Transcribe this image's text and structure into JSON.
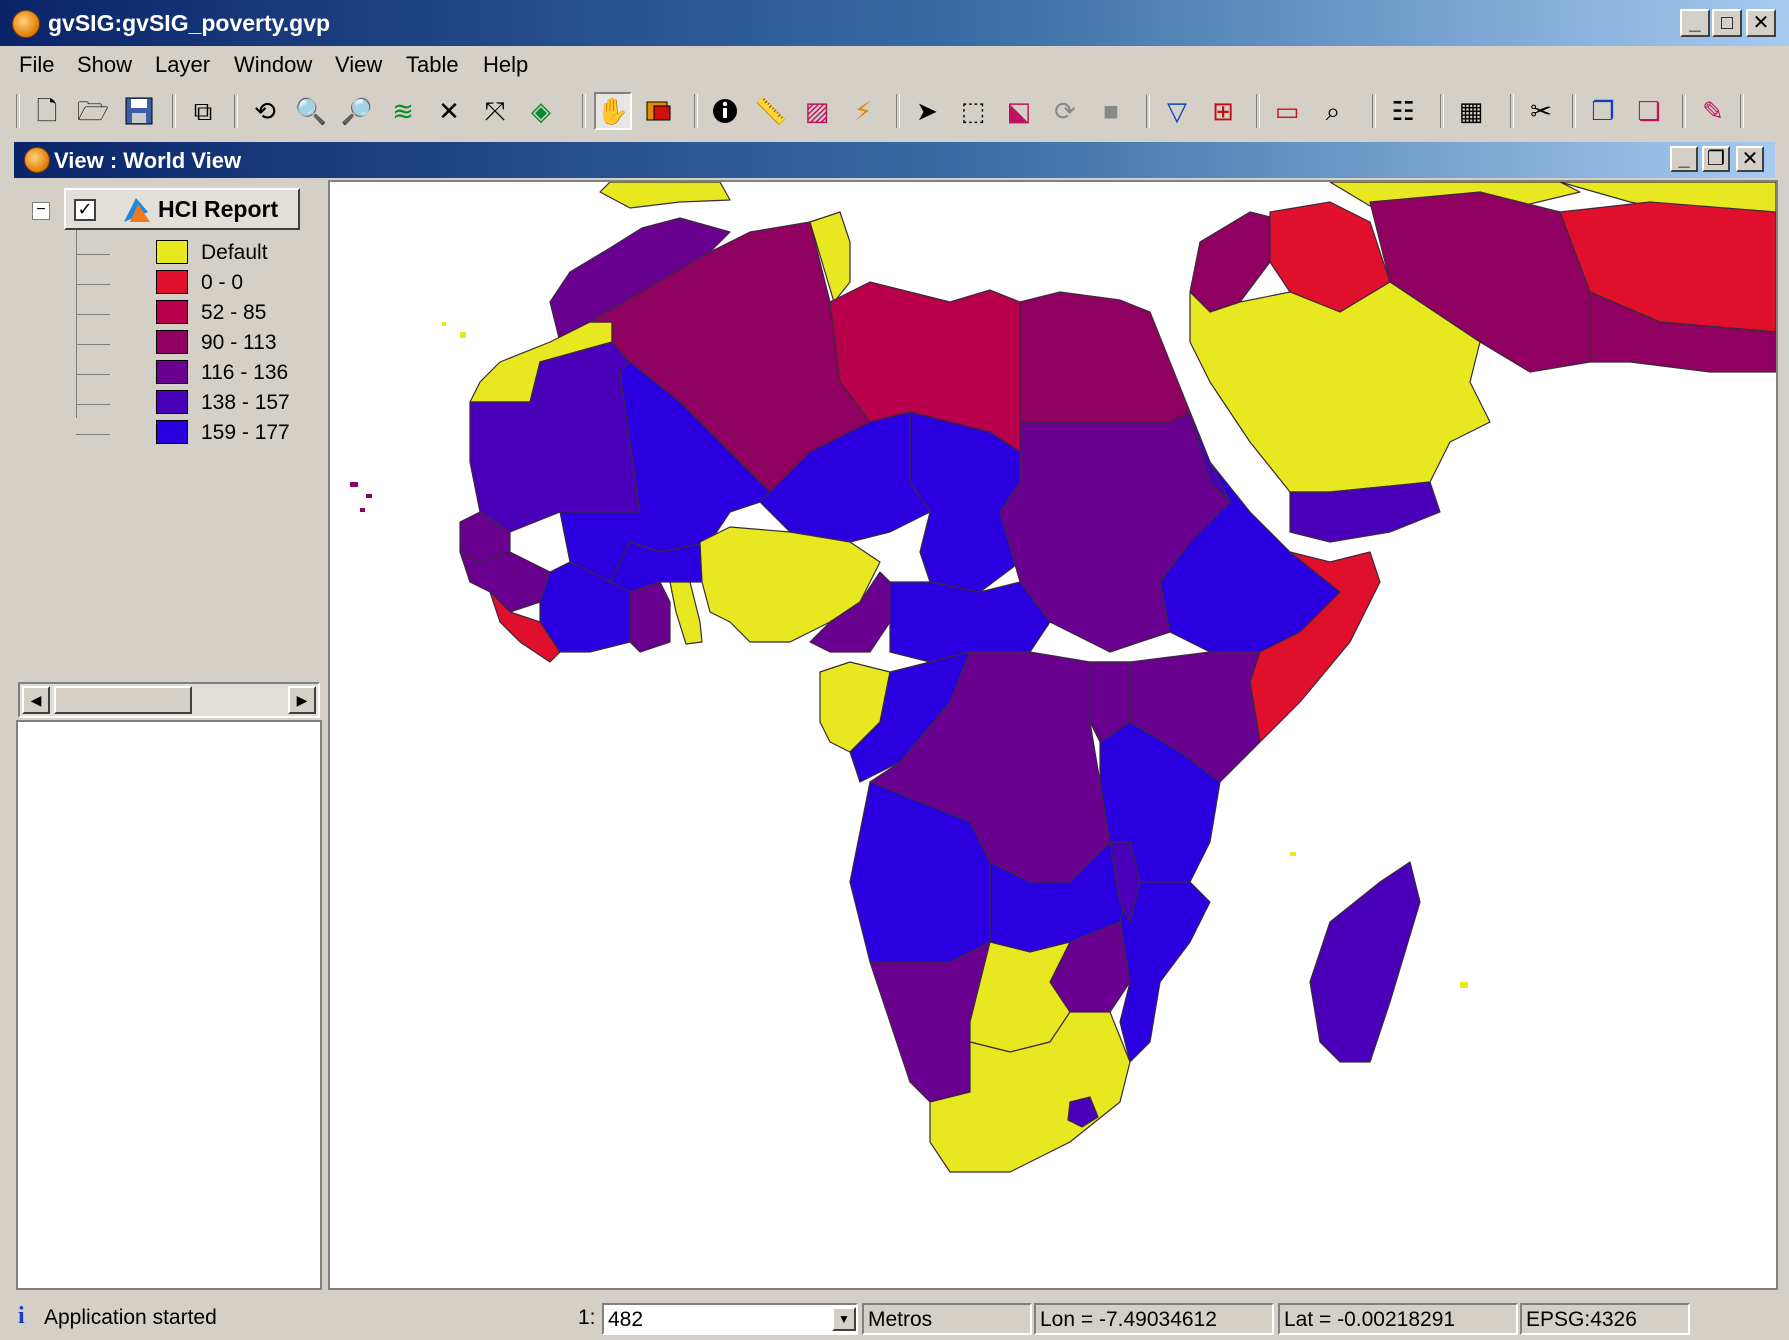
{
  "window": {
    "title": "gvSIG:gvSIG_poverty.gvp"
  },
  "menus": [
    "File",
    "Show",
    "Layer",
    "Window",
    "View",
    "Table",
    "Help"
  ],
  "view": {
    "title": "View : World View"
  },
  "toc": {
    "layer_name": "HCI Report",
    "legend": [
      {
        "label": "Default",
        "color": "#e8e820"
      },
      {
        "label": "0 - 0",
        "color": "#e0102c"
      },
      {
        "label": "52 - 85",
        "color": "#b8004c"
      },
      {
        "label": "90 - 113",
        "color": "#900060"
      },
      {
        "label": "116 - 136",
        "color": "#6a0090"
      },
      {
        "label": "138 - 157",
        "color": "#4a00b8"
      },
      {
        "label": "159 - 177",
        "color": "#2a00e0"
      }
    ]
  },
  "status": {
    "message": "Application started",
    "scale_prefix": "1:",
    "scale_value": "482",
    "units": "Metros",
    "lon": "Lon = -7.49034612",
    "lat": "Lat = -0.00218291",
    "crs": "EPSG:4326"
  }
}
